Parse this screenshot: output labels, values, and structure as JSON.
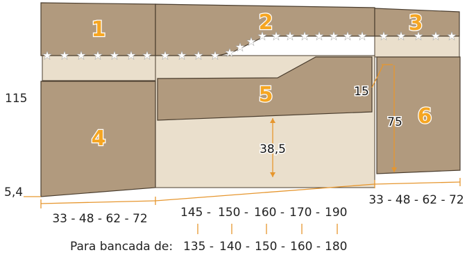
{
  "colors": {
    "panel": "#b19a7e",
    "panel_dark": "#a38b6e",
    "wall": "#eadfcc",
    "outline": "#4a3d2e",
    "accent": "#e6962e",
    "number": "#f5a623"
  },
  "panel_numbers": [
    "1",
    "2",
    "3",
    "4",
    "5",
    "6"
  ],
  "labels": {
    "height_total": "115",
    "base": "5,4",
    "gap_center": "38,5",
    "right_offset": "15",
    "right_height": "75",
    "left_width": "33 - 48 - 62 - 72",
    "right_width": "33 - 48 - 62 - 72",
    "center_widths": [
      "145 -",
      "150 -",
      "160 -",
      "170 -",
      "190"
    ],
    "bed_prefix": "Para bancada de:",
    "bed_widths": [
      "135 -",
      "140 -",
      "150 -",
      "160 -",
      "180"
    ]
  }
}
